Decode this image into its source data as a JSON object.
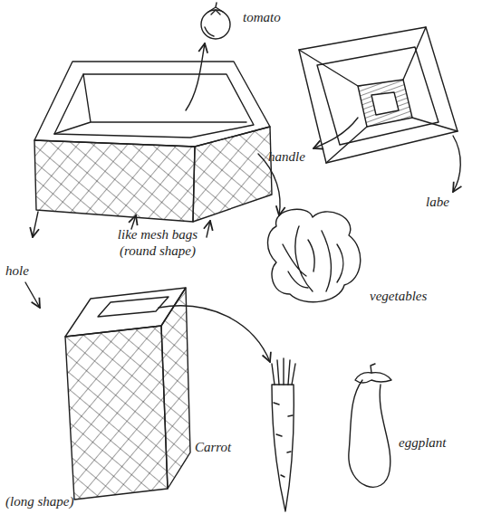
{
  "diagram": {
    "labels": [
      "tomato",
      "handle",
      "labe",
      "hole",
      "like mesh bags (round shape)",
      "vegetables",
      "Carrot",
      "eggplant",
      "(long shape)"
    ]
  }
}
